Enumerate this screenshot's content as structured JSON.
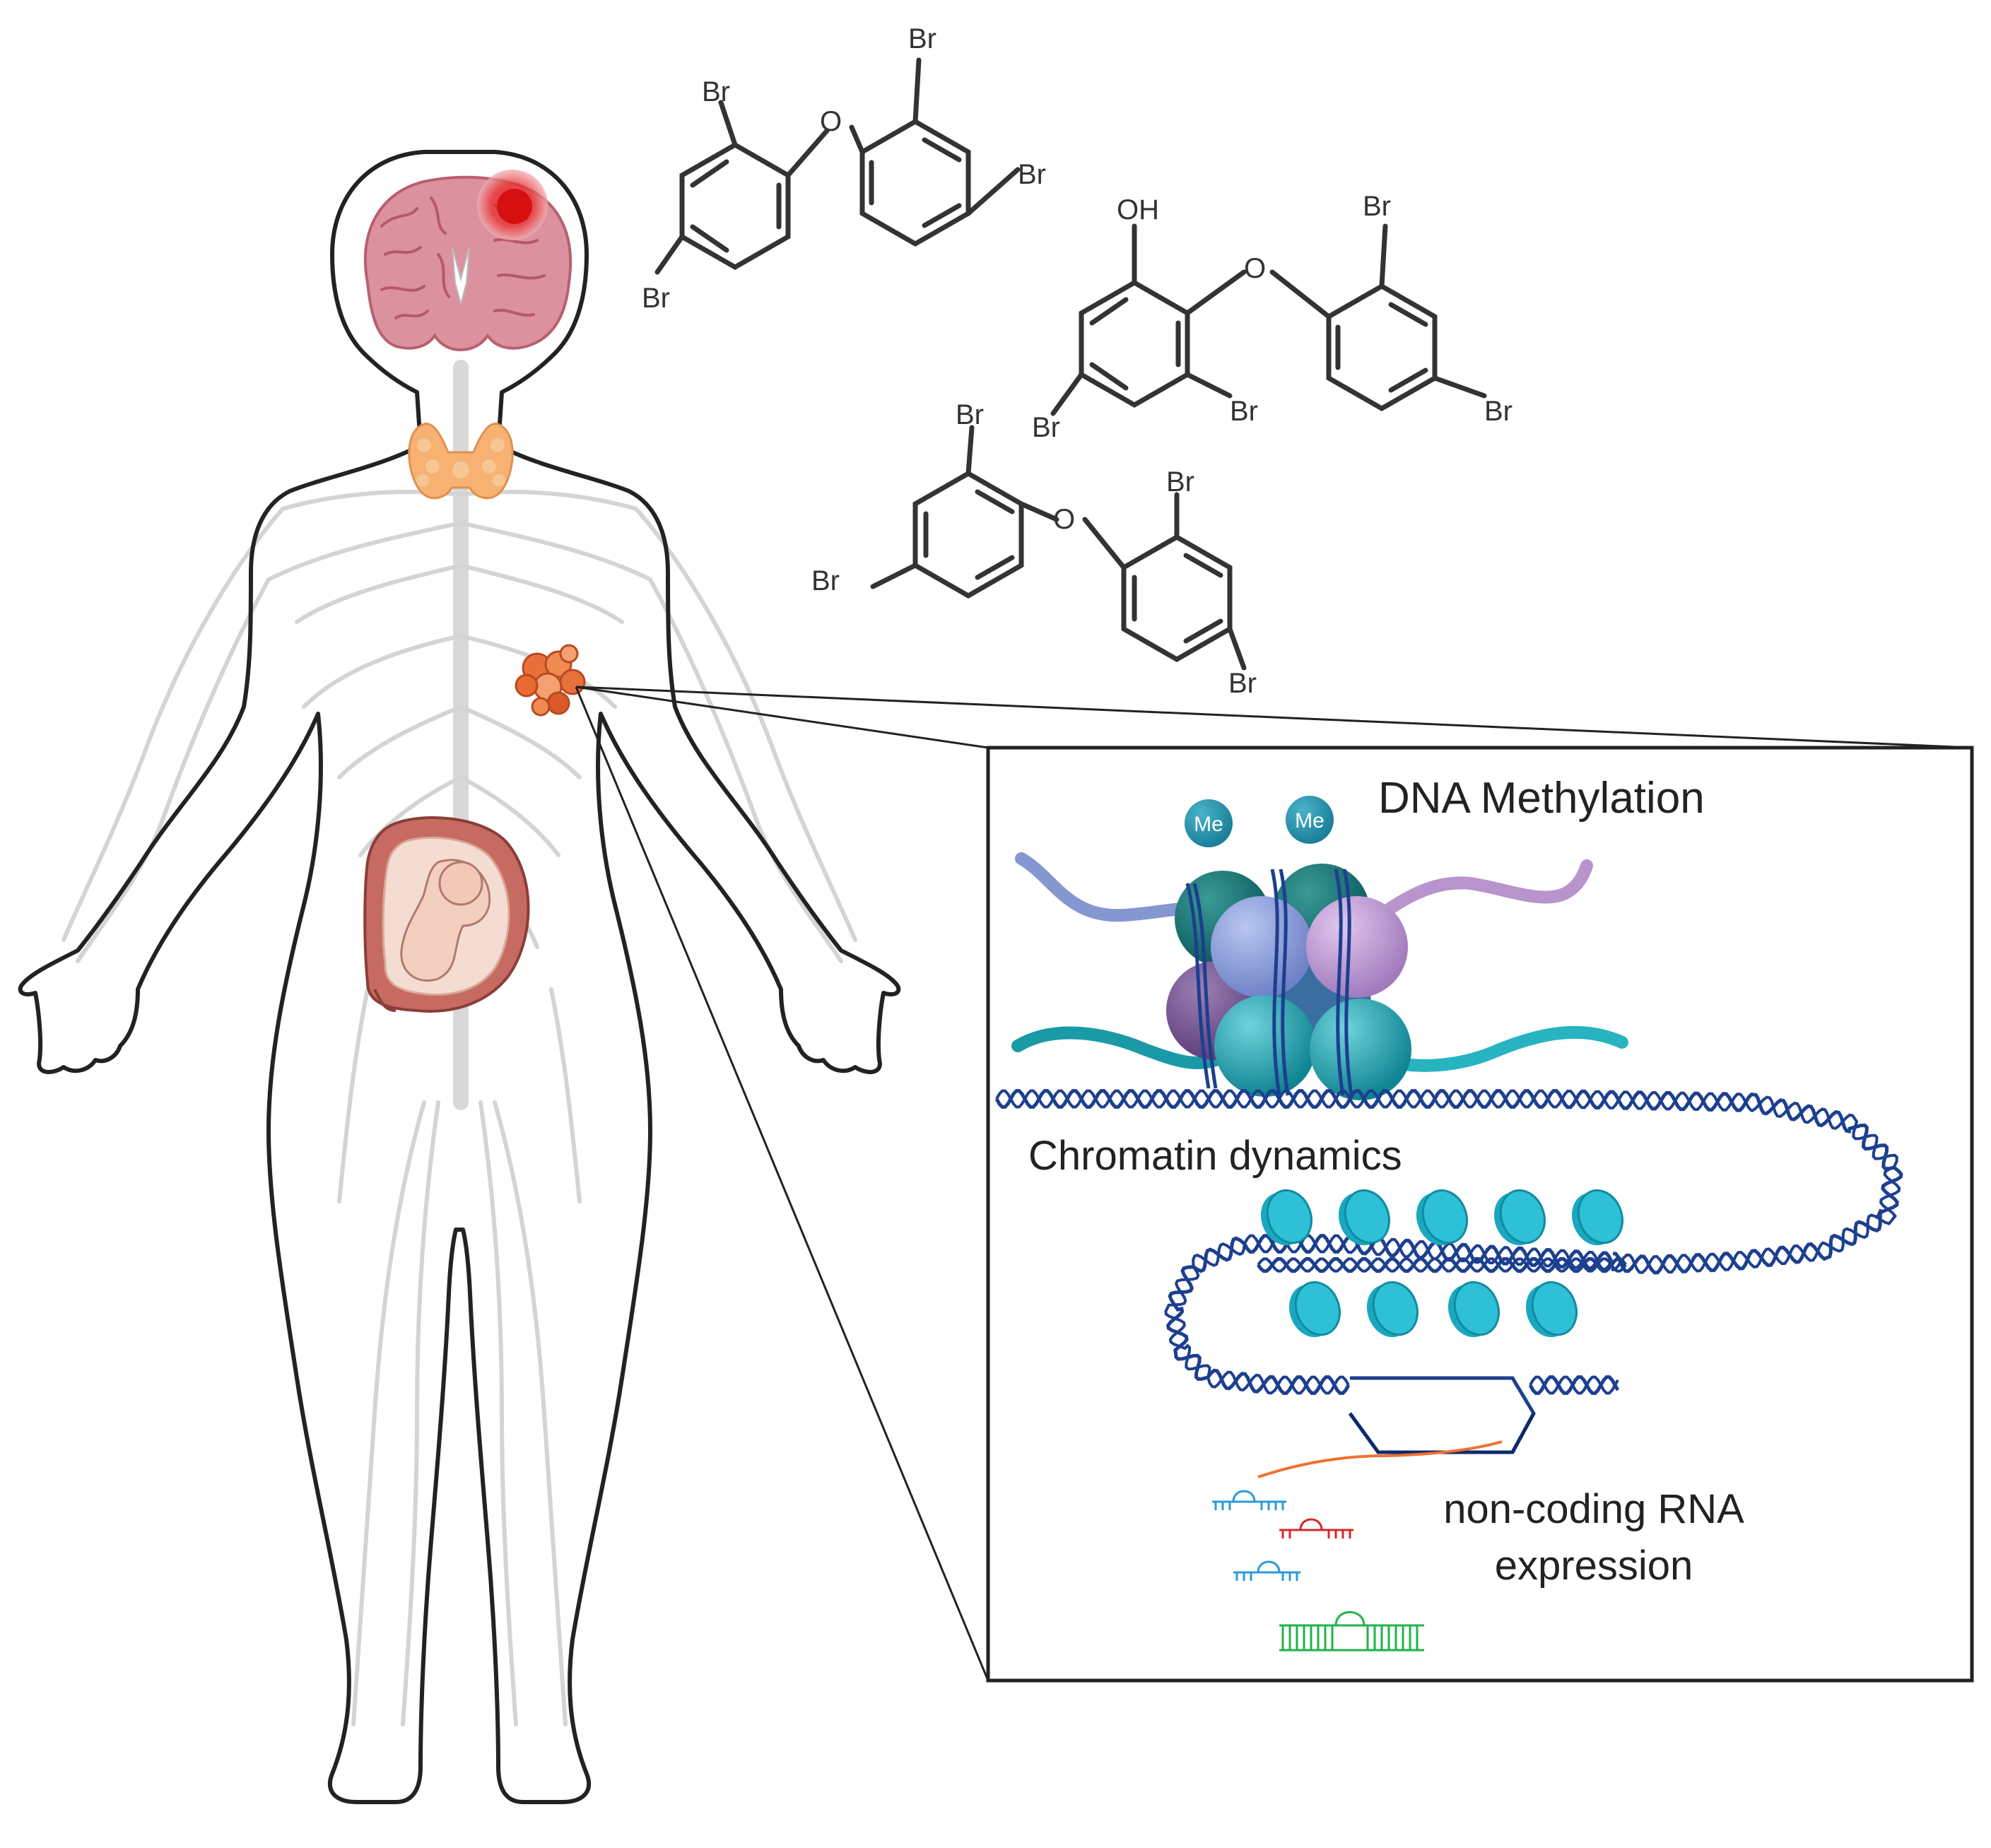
{
  "inset": {
    "title_methylation": "DNA Methylation",
    "title_chromatin": "Chromatin dynamics",
    "title_ncrna_line1": "non-coding RNA",
    "title_ncrna_line2": "expression",
    "me_label": "Me"
  },
  "molecules": {
    "bromine": "Br",
    "oxygen": "O",
    "hydroxyl": "OH"
  },
  "colors": {
    "outline": "#222222",
    "brain": "#d98a97",
    "brain_lesion": "#d11a1a",
    "thyroid": "#f5b070",
    "tumor": "#e8703a",
    "uterus": "#c76a62",
    "fetus": "#f1c9b9",
    "nerves": "#cfcfcf",
    "dna": "#1d3f8f",
    "histone_teal": "#1fa3b0",
    "histone_purple": "#9b82c1",
    "histone_blue": "#7a8fd0",
    "rna_orange": "#f07030",
    "rna_red": "#d62828",
    "rna_blue": "#2a9bd8",
    "rna_green": "#22b24c"
  }
}
